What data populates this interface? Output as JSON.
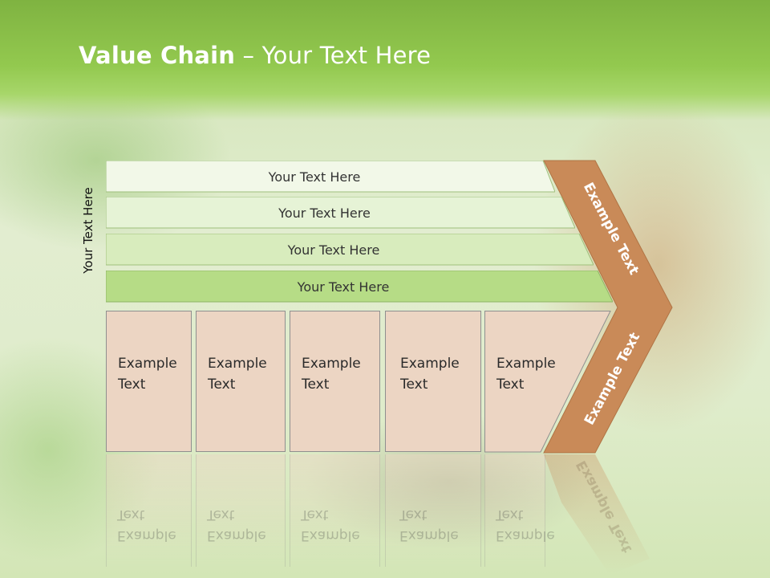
{
  "title": {
    "bold": "Value Chain",
    "rest": " – Your Text Here"
  },
  "side_label": "Your Text Here",
  "support_rows": [
    {
      "label": "Your Text Here",
      "color": "#f2f8e8"
    },
    {
      "label": "Your Text Here",
      "color": "#e6f3d6"
    },
    {
      "label": "Your Text Here",
      "color": "#d8ecbd"
    },
    {
      "label": "Your Text Here",
      "color": "#b6dc86"
    }
  ],
  "primary_boxes": [
    {
      "line1": "Example",
      "line2": "Text"
    },
    {
      "line1": "Example",
      "line2": "Text"
    },
    {
      "line1": "Example",
      "line2": "Text"
    },
    {
      "line1": "Example",
      "line2": "Text"
    },
    {
      "line1": "Example",
      "line2": "Text"
    }
  ],
  "chevron": {
    "upper": "Example Text",
    "lower": "Example Text",
    "color": "#c98a58"
  },
  "colors": {
    "header": "#8cc24a",
    "box_fill": "#ecd5c3"
  }
}
